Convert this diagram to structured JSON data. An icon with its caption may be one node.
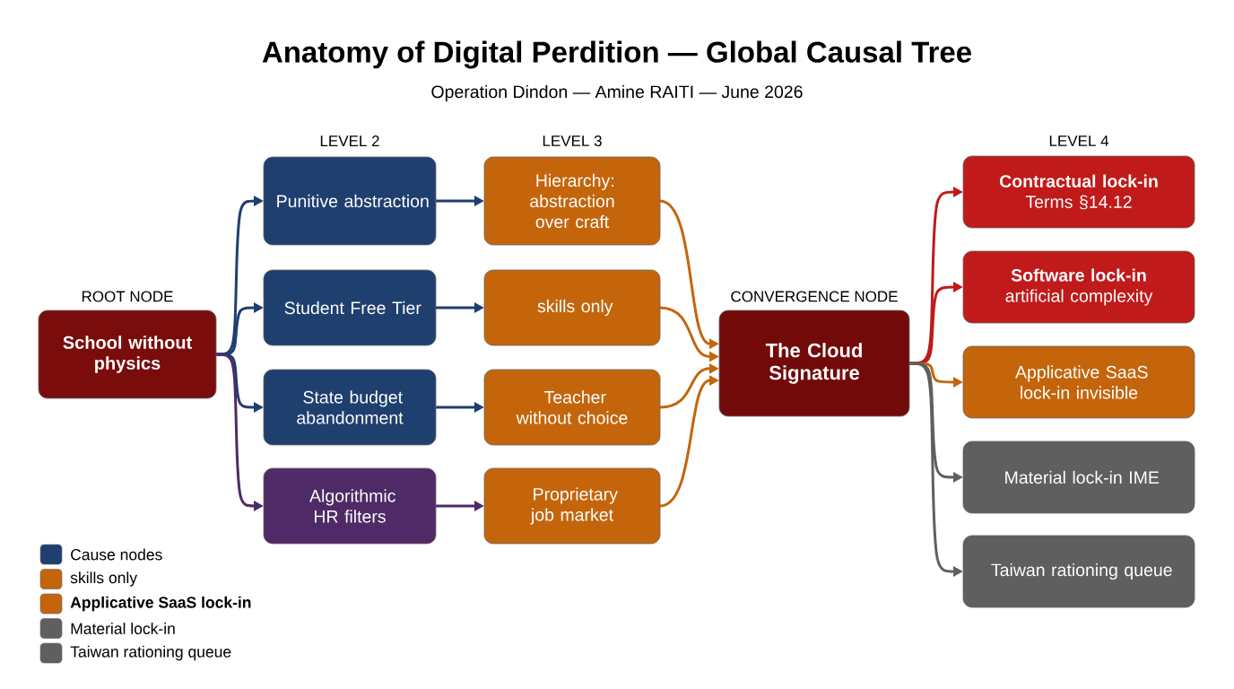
{
  "diagram": {
    "title": "Anatomy of Digital Perdition — Global Causal Tree",
    "nodes": [
      {
        "text": [
          "School without physics"
        ],
        "beside": [
          "ROOT NODE"
        ]
      },
      {
        "text": [
          "Punitive abstraction"
        ]
      },
      {
        "text": [
          "Student Free Tier"
        ]
      },
      {
        "text": [
          "State budget abandonment"
        ]
      },
      {
        "text": [
          "Algorithmic HR filters"
        ]
      },
      {
        "text": [
          "Hierarchy: abstraction over craft"
        ]
      },
      {
        "text": [
          "skills only"
        ]
      },
      {
        "text": [
          "Teacher without choice"
        ]
      },
      {
        "text": [
          "Proprietary job market"
        ]
      },
      {
        "text": [
          "The Cloud Signature"
        ],
        "beside": [
          "CONVERGENCE NODE"
        ]
      },
      {
        "text": [
          "Contractual lock-in",
          "Terms §14.12"
        ]
      },
      {
        "text": [
          "Software lock-in",
          "artificial complexity"
        ]
      },
      {
        "text": [
          "Applicative SaaS lock-in invisible"
        ]
      },
      {
        "text": [
          "Material lock-in IME"
        ]
      },
      {
        "text": [
          "Taiwan rationing queue"
        ]
      }
    ],
    "edges": [
      {
        "from": 0,
        "to": 1,
        "arrow": "to",
        "color": "#1f3f6e"
      },
      {
        "from": 0,
        "to": 2,
        "arrow": "to",
        "color": "#1f3f6e"
      },
      {
        "from": 0,
        "to": 3,
        "arrow": "to",
        "color": "#1f3f6e"
      },
      {
        "from": 0,
        "to": 4,
        "arrow": "to",
        "color": "#4f2a66"
      },
      {
        "from": 1,
        "to": 5,
        "arrow": "to",
        "color": "#1f3f6e"
      },
      {
        "from": 2,
        "to": 6,
        "arrow": "to",
        "color": "#1f3f6e"
      },
      {
        "from": 3,
        "to": 7,
        "arrow": "to",
        "color": "#1f3f6e"
      },
      {
        "from": 4,
        "to": 8,
        "arrow": "to",
        "color": "#4f2a66"
      },
      {
        "from": 5,
        "to": 9,
        "arrow": "to",
        "color": "#c4650c"
      },
      {
        "from": 6,
        "to": 9,
        "arrow": "to",
        "color": "#c4650c"
      },
      {
        "from": 7,
        "to": 9,
        "arrow": "to",
        "color": "#c4650c"
      },
      {
        "from": 8,
        "to": 9,
        "arrow": "to",
        "color": "#c4650c"
      },
      {
        "from": 9,
        "to": 10,
        "arrow": "to",
        "color": "#c01a1a"
      },
      {
        "from": 9,
        "to": 11,
        "arrow": "to",
        "color": "#c01a1a"
      },
      {
        "from": 9,
        "to": 12,
        "arrow": "to",
        "color": "#c4650c"
      },
      {
        "from": 9,
        "to": 13,
        "arrow": "to",
        "color": "#5f5f5f"
      },
      {
        "from": 9,
        "to": 14,
        "arrow": "to",
        "color": "#5f5f5f"
      }
    ],
    "labels": [
      "Operation Dindon — Amine RAITI — June 2026",
      "LEVEL 2",
      "LEVEL 3",
      "LEVEL 4"
    ],
    "legend": [
      {
        "text": "Cause nodes",
        "color": "#1f3f6e"
      },
      {
        "text": "skills only",
        "color": "#c4650c"
      },
      {
        "text": "Applicative SaaS lock-in",
        "color": "#c4650c"
      },
      {
        "text": "Material lock-in",
        "color": "#5f5f5f"
      },
      {
        "text": "Taiwan rationing queue",
        "color": "#5f5f5f"
      }
    ]
  }
}
